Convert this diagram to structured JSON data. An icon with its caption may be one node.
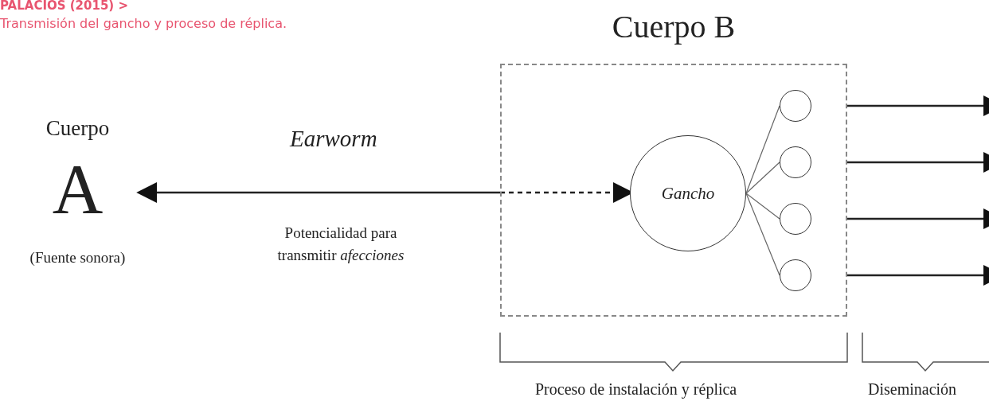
{
  "diagram": {
    "title": "PALACIOS (2015) >",
    "caption": "Transmisión del gancho y proceso de réplica.",
    "nodes": [
      {
        "text": [
          "Cuerpo",
          "A",
          "(Fuente sonora)"
        ]
      },
      {
        "text": [
          "Cuerpo B"
        ]
      },
      {
        "text": [
          "Gancho"
        ],
        "in": 1
      },
      {
        "text": [],
        "shape": "circle",
        "in": 1
      },
      {
        "text": [],
        "shape": "circle",
        "in": 1
      },
      {
        "text": [],
        "shape": "circle",
        "in": 1
      },
      {
        "text": [],
        "shape": "circle",
        "in": 1
      }
    ],
    "edges": [
      {
        "from": 1,
        "to": 0,
        "arrow": "to",
        "label": "Earworm"
      },
      {
        "from": 1,
        "to": 2,
        "arrow": "to",
        "style": "dashed"
      },
      {
        "from": 2,
        "to": 3,
        "arrow": "none",
        "color": "#666666"
      },
      {
        "from": 2,
        "to": 4,
        "arrow": "none",
        "color": "#666666"
      },
      {
        "from": 2,
        "to": 5,
        "arrow": "none",
        "color": "#666666"
      },
      {
        "from": 2,
        "to": 6,
        "arrow": "none",
        "color": "#666666"
      },
      {
        "from": 1,
        "to": null,
        "arrow": "to"
      },
      {
        "from": 1,
        "to": null,
        "arrow": "to"
      },
      {
        "from": 1,
        "to": null,
        "arrow": "to"
      },
      {
        "from": 1,
        "to": null,
        "arrow": "to"
      }
    ],
    "labels": [
      "Potencialidad para transmitir *afecciones*",
      "Proceso de instalación y réplica",
      "Diseminación"
    ]
  }
}
